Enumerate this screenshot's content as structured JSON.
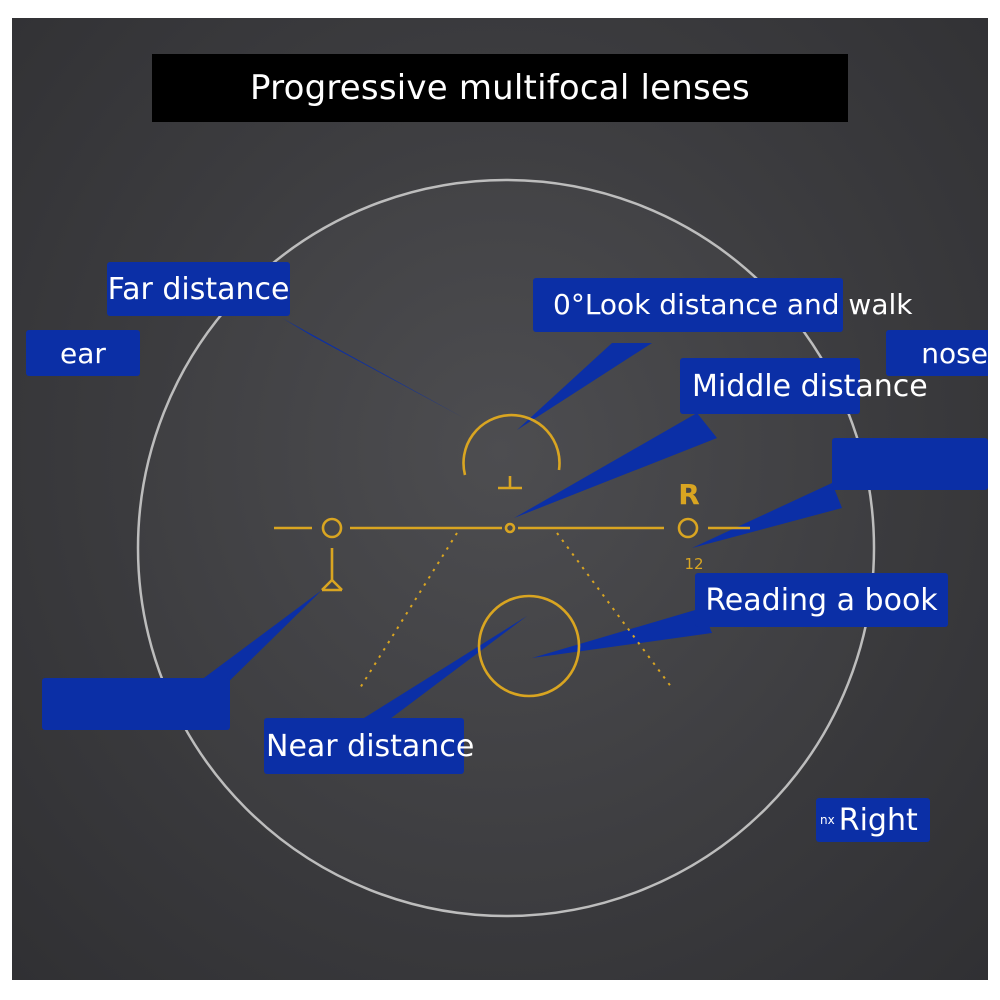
{
  "title": "Progressive multifocal lenses",
  "labels": {
    "far_distance": "Far distance",
    "look_distance": "0°Look distance and walk",
    "ear": "ear",
    "nose": "nose",
    "middle_distance": "Middle distance",
    "reading_book": "Reading a book",
    "near_distance": "Near distance",
    "right": "Right",
    "right_prefix": "nx"
  },
  "lens_markings": {
    "eye_letter": "R",
    "number": "12"
  },
  "colors": {
    "background": "#3b3b3e",
    "tag_blue": "#0b2fa6",
    "marking_gold": "#d9a521",
    "title_bg": "#000000"
  }
}
